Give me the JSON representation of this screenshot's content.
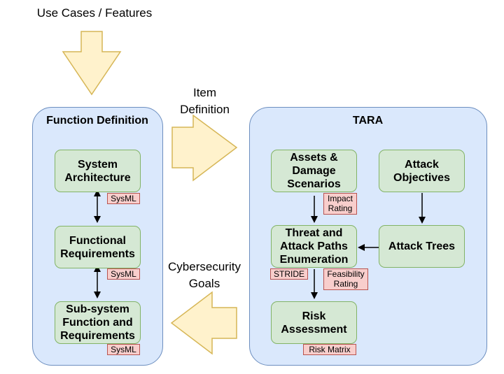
{
  "top_label": "Use Cases / Features",
  "item_definition_label": "Item\nDefinition",
  "cybersecurity_goals_label": "Cybersecurity\nGoals",
  "function_definition": {
    "title": "Function Definition",
    "boxes": [
      {
        "label": "System\nArchitecture",
        "tag": "SysML"
      },
      {
        "label": "Functional\nRequirements",
        "tag": "SysML"
      },
      {
        "label": "Sub-system\nFunction and\nRequirements",
        "tag": "SysML"
      }
    ]
  },
  "tara": {
    "title": "TARA",
    "assets": {
      "label": "Assets &\nDamage\nScenarios",
      "tag": "Impact\nRating"
    },
    "attack_objectives": {
      "label": "Attack\nObjectives"
    },
    "threat": {
      "label": "Threat and\nAttack Paths\nEnumeration",
      "tag_left": "STRIDE",
      "tag_right": "Feasibility\nRating"
    },
    "attack_trees": {
      "label": "Attack Trees"
    },
    "risk": {
      "label": "Risk\nAssessment",
      "tag": "Risk Matrix"
    }
  },
  "colors": {
    "container_fill": "#dae8fc",
    "container_stroke": "#6c8ebf",
    "box_fill": "#d5e8d4",
    "box_stroke": "#82b366",
    "tag_fill": "#f8cecc",
    "tag_stroke": "#b85450",
    "big_arrow_fill": "#fff2cc",
    "big_arrow_stroke": "#d6b656"
  }
}
